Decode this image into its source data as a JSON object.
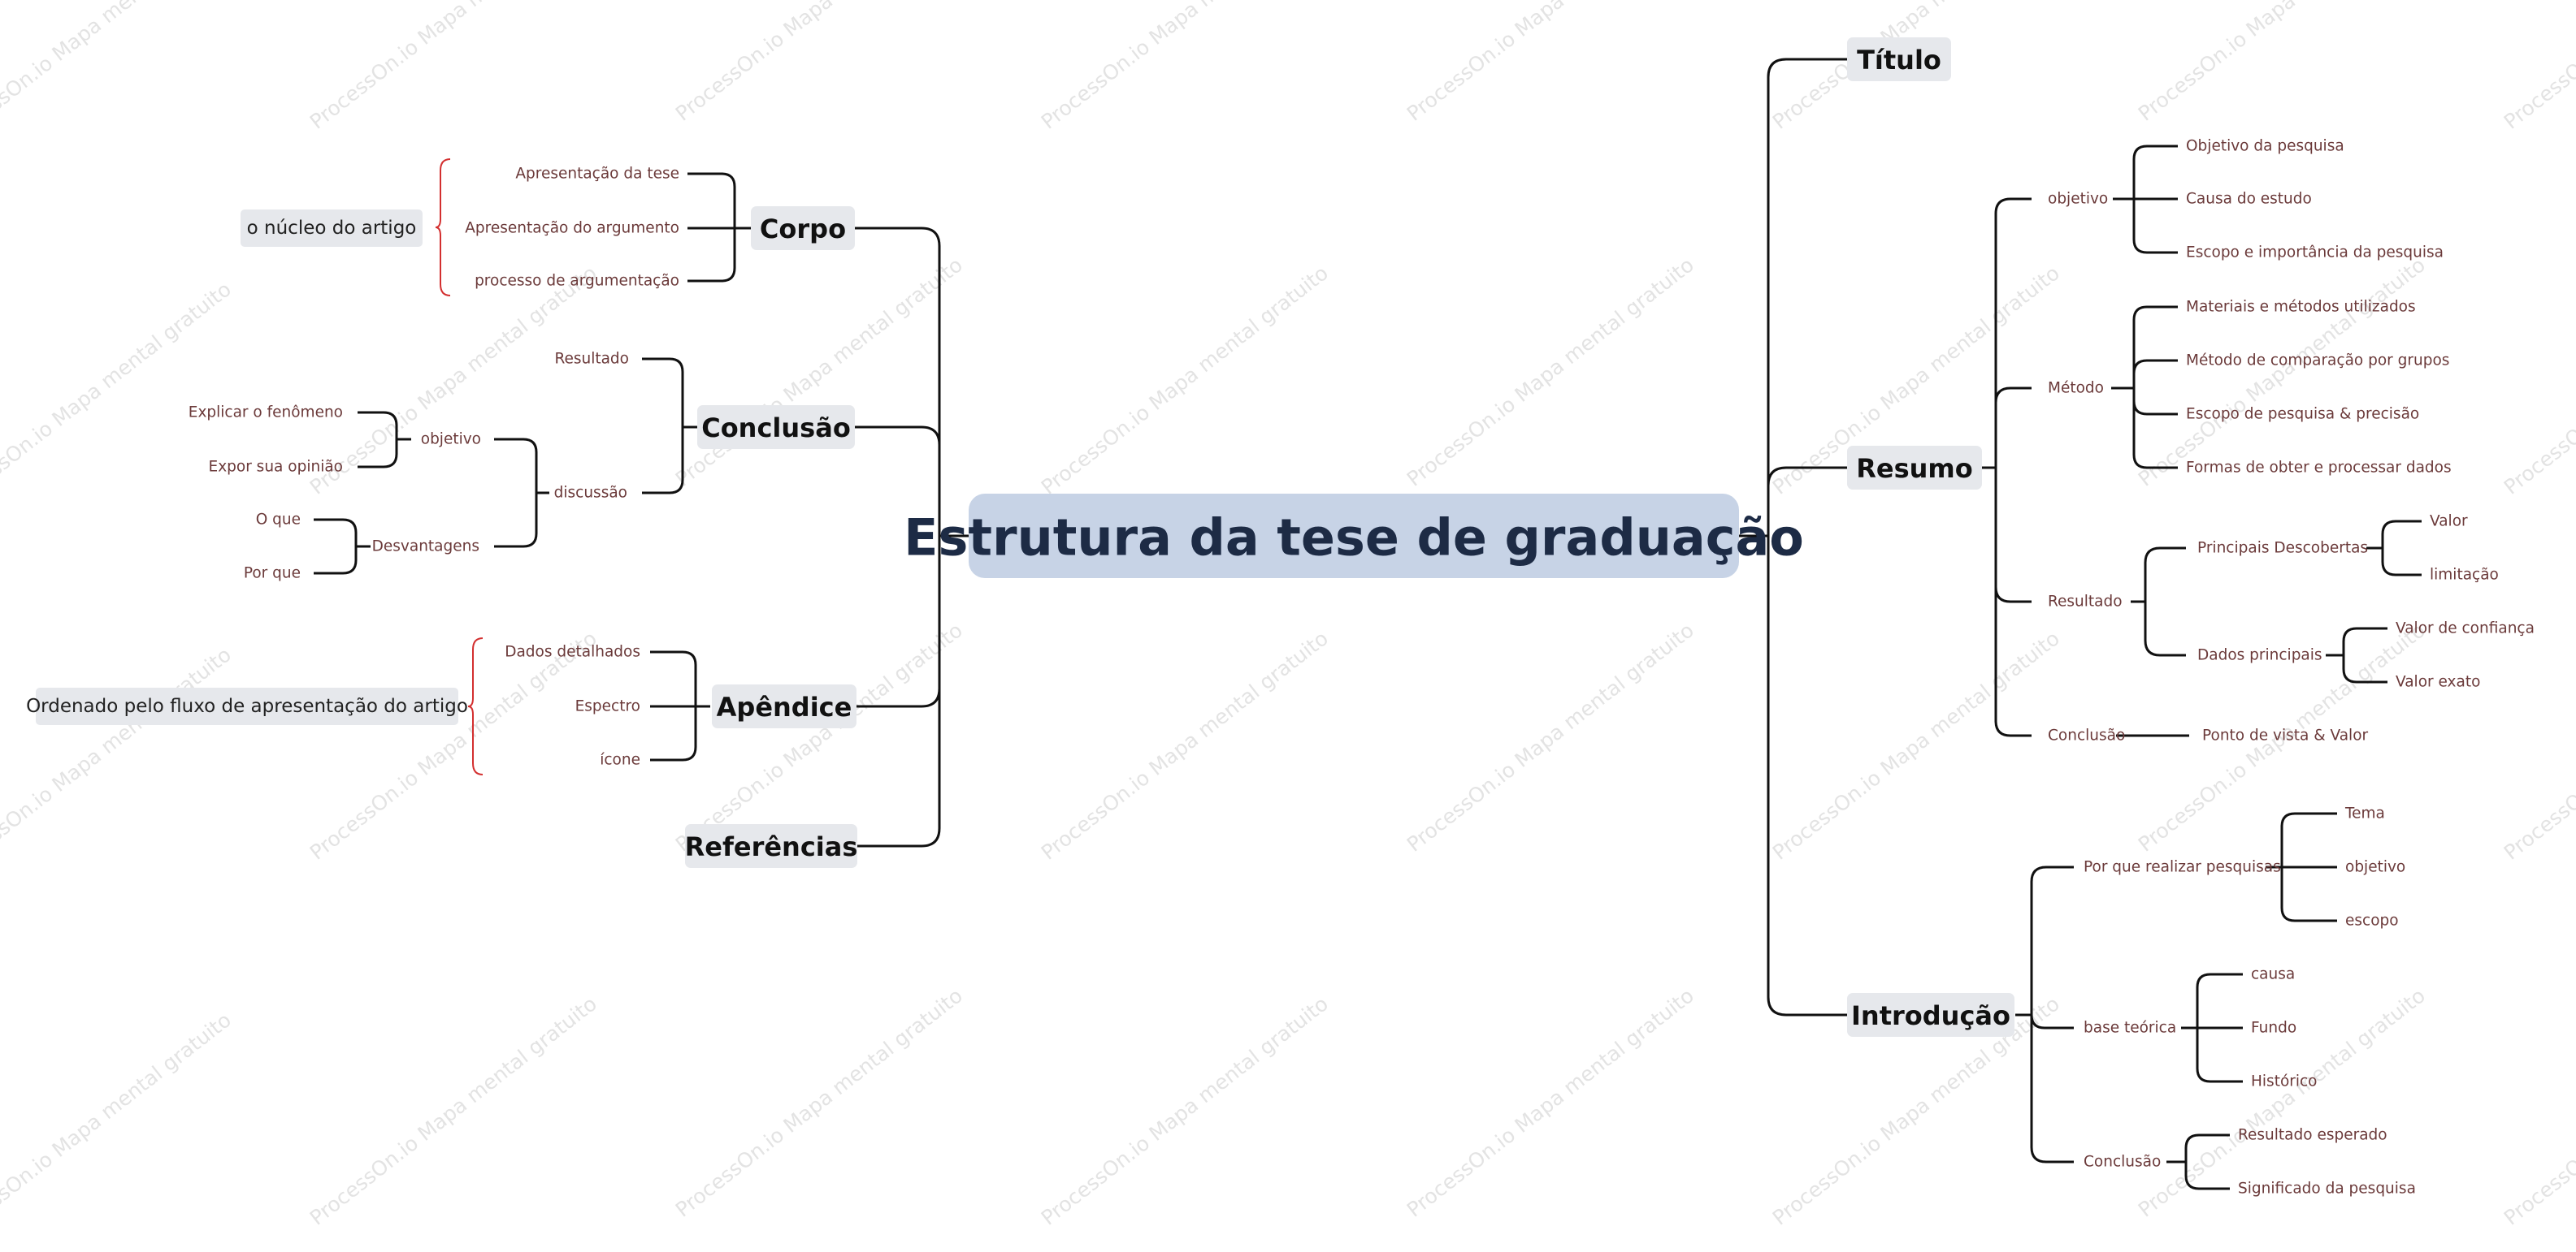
{
  "root": {
    "label": "Estrutura da tese de graduação",
    "fill": "#c7d3e6",
    "text_color": "#1d2b45"
  },
  "colors": {
    "connector": "#111111",
    "topic_fill": "#e6e8ec",
    "leaf_text": "#6b3a3a",
    "brace": "#d32f2f",
    "watermark": "#e3e3e3"
  },
  "watermark": "ProcessOn.io Mapa mental gratuito",
  "right_branches": [
    {
      "label": "Título",
      "children": []
    },
    {
      "label": "Resumo",
      "children": [
        {
          "label": "objetivo",
          "children": [
            {
              "label": "Objetivo da pesquisa"
            },
            {
              "label": "Causa do estudo"
            },
            {
              "label": "Escopo e importância da pesquisa"
            }
          ]
        },
        {
          "label": "Método",
          "children": [
            {
              "label": "Materiais e métodos utilizados"
            },
            {
              "label": "Método de comparação por grupos"
            },
            {
              "label": "Escopo de pesquisa & precisão"
            },
            {
              "label": "Formas de obter e processar dados"
            }
          ]
        },
        {
          "label": "Resultado",
          "children": [
            {
              "label": "Principais Descobertas",
              "children": [
                {
                  "label": "Valor"
                },
                {
                  "label": "limitação"
                }
              ]
            },
            {
              "label": "Dados principais",
              "children": [
                {
                  "label": "Valor de confiança"
                },
                {
                  "label": "Valor exato"
                }
              ]
            }
          ]
        },
        {
          "label": "Conclusão",
          "children": [
            {
              "label": "Ponto de vista & Valor"
            }
          ]
        }
      ]
    },
    {
      "label": "Introdução",
      "children": [
        {
          "label": "Por que realizar pesquisas",
          "children": [
            {
              "label": "Tema"
            },
            {
              "label": "objetivo"
            },
            {
              "label": "escopo"
            }
          ]
        },
        {
          "label": "base teórica",
          "children": [
            {
              "label": "causa"
            },
            {
              "label": "Fundo"
            },
            {
              "label": "Histórico"
            }
          ]
        },
        {
          "label": "Conclusão",
          "children": [
            {
              "label": "Resultado esperado"
            },
            {
              "label": "Significado da pesquisa"
            }
          ]
        }
      ]
    }
  ],
  "left_branches": [
    {
      "label": "Corpo",
      "note": "o núcleo do artigo",
      "children": [
        {
          "label": "Apresentação da tese"
        },
        {
          "label": "Apresentação do argumento"
        },
        {
          "label": "processo de argumentação"
        }
      ]
    },
    {
      "label": "Conclusão",
      "children": [
        {
          "label": "Resultado"
        },
        {
          "label": "discussão",
          "children": [
            {
              "label": "objetivo",
              "children": [
                {
                  "label": "Explicar o fenômeno"
                },
                {
                  "label": "Expor sua opinião"
                }
              ]
            },
            {
              "label": "Desvantagens",
              "children": [
                {
                  "label": "O que"
                },
                {
                  "label": "Por que"
                }
              ]
            }
          ]
        }
      ]
    },
    {
      "label": "Apêndice",
      "note": "Ordenado pelo fluxo de apresentação do artigo",
      "children": [
        {
          "label": "Dados detalhados"
        },
        {
          "label": "Espectro"
        },
        {
          "label": "ícone"
        }
      ]
    },
    {
      "label": "Referências",
      "children": []
    }
  ]
}
